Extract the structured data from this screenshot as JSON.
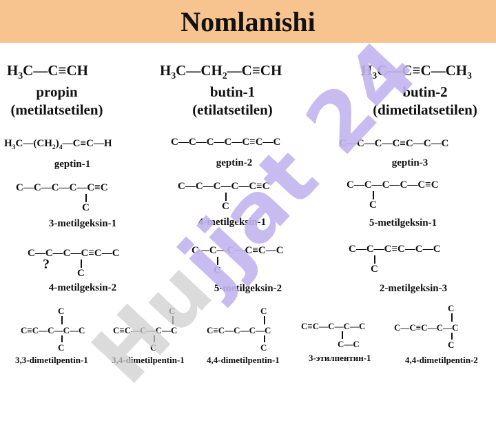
{
  "title": "Nomlanishi",
  "watermark": {
    "left": "Hu",
    "highlight": "jjat 24"
  },
  "row1": [
    {
      "formula_a": "H",
      "formula_b": "C—C≡CH",
      "name": "propin",
      "alt": "(metilatsetilen)"
    },
    {
      "formula_a": "H",
      "formula_b": "C—CH",
      "formula_c": "—C≡CH",
      "name": "butin-1",
      "alt": "(etilatsetilen)"
    },
    {
      "formula_a": "H",
      "formula_b": "C—C≡C—CH",
      "name": "butin-2",
      "alt": "(dimetilatsetilen)"
    }
  ],
  "sub3": "3",
  "sub2": "2",
  "sub4": "4",
  "geptins": [
    {
      "formula_a": "H",
      "formula_b": "C—(CH",
      "formula_c": ")",
      "formula_d": "—C≡C—H",
      "name": "geptin-1"
    },
    {
      "formula": "C—C—C—C—C≡C—C",
      "name": "geptin-2"
    },
    {
      "formula": "C—C—C—C≡C—C—C",
      "name": "geptin-3"
    }
  ],
  "geksins1": [
    {
      "main": "C—C—C—C—C≡C",
      "branch": "C",
      "name": "3-metilgeksin-1"
    },
    {
      "main": "C—C—C—C—C≡C",
      "branch": "C",
      "name": "4-metilgeksin-1"
    },
    {
      "main": "C—C—C—C—C≡C",
      "branch": "C",
      "name": "5-metilgeksin-1"
    }
  ],
  "geksins2": [
    {
      "main": "C—C—C—C≡C—C",
      "branch": "C",
      "mark": "?",
      "name": "4-metilgeksin-2"
    },
    {
      "main": "C—C—C—C≡C—C",
      "branch": "C",
      "name": "5-metilgeksin-2"
    },
    {
      "main": "C—C—C≡C—C—C",
      "branch": "C",
      "name": "2-metilgeksin-3"
    }
  ],
  "pentins": [
    {
      "main": "C≡C—C—C—C",
      "up": "C",
      "down": "C",
      "name": "3,3-dimetilpentin-1"
    },
    {
      "main": "C≡C—C—C—C",
      "up": "C",
      "down": "C",
      "name": "3,4-dimetilpentin-1"
    },
    {
      "main": "C≡C—C—C—C",
      "up": "C",
      "down": "C",
      "name": "4,4-dimetilpentin-1"
    },
    {
      "main": "C≡C—C—C—C",
      "down": "C—C",
      "name": "3-этилпентин-1"
    },
    {
      "main": "C—C≡C—C—C",
      "up": "C",
      "down": "C",
      "name": "4,4-dimetilpentin-2"
    }
  ]
}
